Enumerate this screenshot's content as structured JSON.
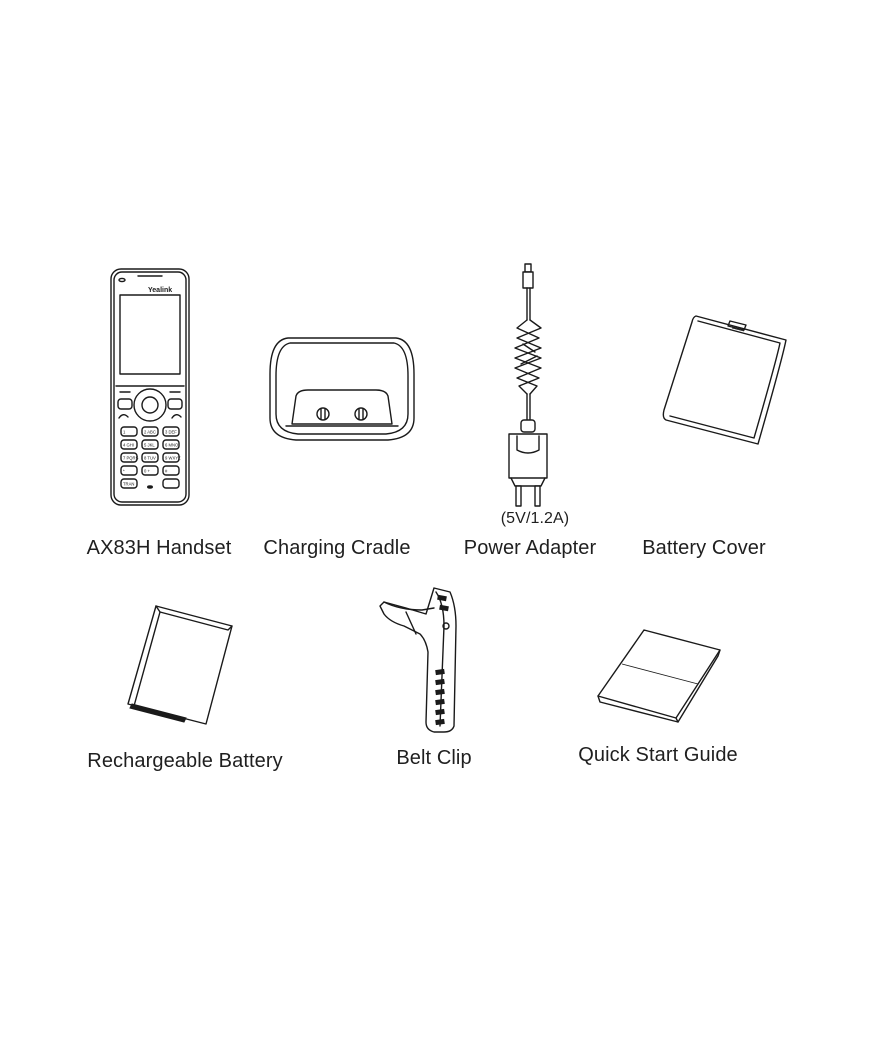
{
  "items": [
    {
      "id": "handset",
      "label": "AX83H Handset",
      "icon": "handset-icon"
    },
    {
      "id": "cradle",
      "label": "Charging Cradle",
      "icon": "charging-cradle-icon"
    },
    {
      "id": "adapter",
      "label": "Power Adapter",
      "sublabel": "(5V/1.2A)",
      "icon": "power-adapter-icon"
    },
    {
      "id": "cover",
      "label": "Battery Cover",
      "icon": "battery-cover-icon"
    },
    {
      "id": "battery",
      "label": "Rechargeable Battery",
      "icon": "battery-icon"
    },
    {
      "id": "clip",
      "label": "Belt Clip",
      "icon": "belt-clip-icon"
    },
    {
      "id": "guide",
      "label": "Quick Start Guide",
      "icon": "booklet-icon"
    }
  ],
  "handset_brand": "Yealink",
  "keypad": [
    "1",
    "2 ABC",
    "3 DEF",
    "4 GHI",
    "5 JKL",
    "6 MNO",
    "7 PQRS",
    "8 TUV",
    "9 WXYZ",
    "*",
    "0 +",
    "#"
  ],
  "transfer_key": "TRAN"
}
